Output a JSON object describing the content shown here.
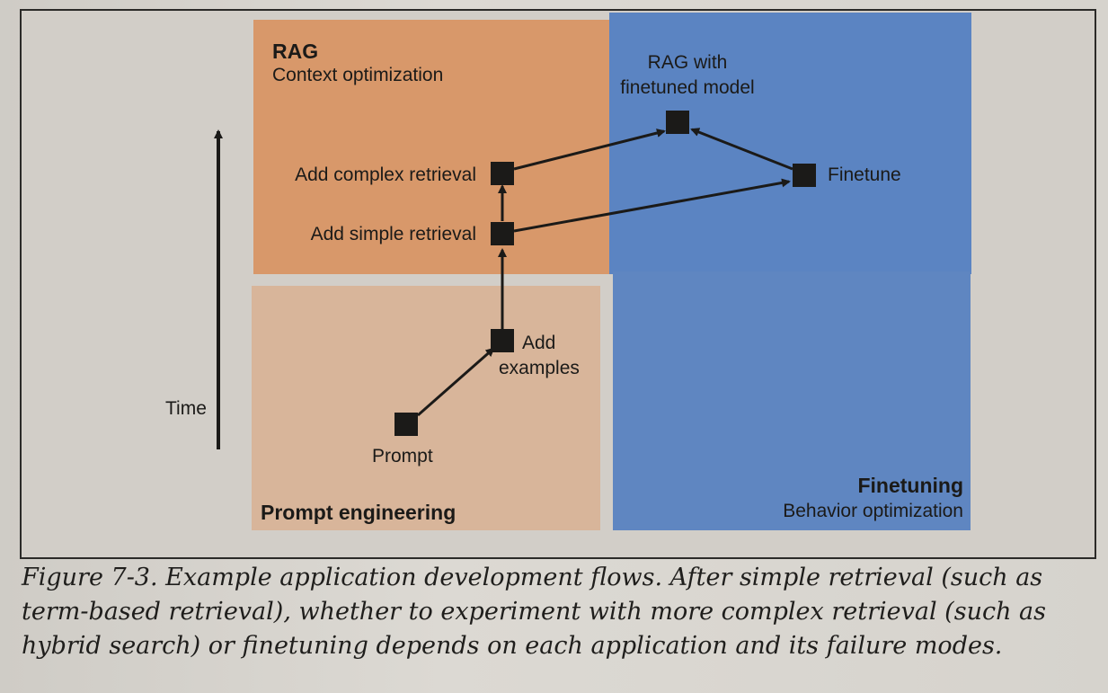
{
  "quadrants": {
    "rag": {
      "title": "RAG",
      "subtitle": "Context optimization"
    },
    "rag_finetuned": {
      "title_line1": "RAG with",
      "title_line2": "finetuned model"
    },
    "prompt": {
      "title": "Prompt engineering"
    },
    "finetuning": {
      "title": "Finetuning",
      "subtitle": "Behavior optimization"
    }
  },
  "nodes": {
    "prompt": "Prompt",
    "add_examples_line1": "Add",
    "add_examples_line2": "examples",
    "add_simple_retrieval": "Add simple retrieval",
    "add_complex_retrieval": "Add complex retrieval",
    "finetune": "Finetune"
  },
  "axis": {
    "label": "Time"
  },
  "caption": {
    "line1": "Figure 7-3. Example application development flows. After simple retrieval (such as",
    "line2": "term-based retrieval), whether to experiment with more complex retrieval (such as",
    "line3": "hybrid search) or finetuning depends on each application and its failure modes."
  },
  "colors": {
    "rag": "#d8986a",
    "rag_finetuned": "#5b84c2",
    "prompt": "#d8b59a",
    "finetuning": "#5f86c1",
    "ink": "#1b1a18"
  }
}
